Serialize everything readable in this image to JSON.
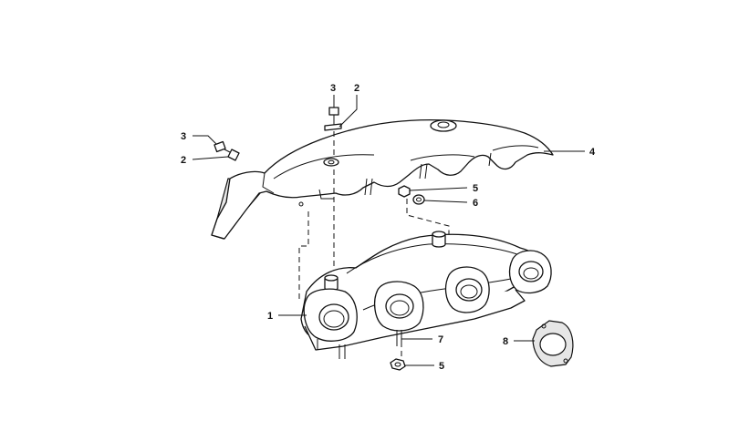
{
  "callouts": {
    "c3a": "3",
    "c2a": "2",
    "c3b": "3",
    "c2b": "2",
    "c4": "4",
    "c5a": "5",
    "c6": "6",
    "c1": "1",
    "c7": "7",
    "c5b": "5",
    "c8": "8"
  },
  "colors": {
    "line": "#111111",
    "background": "#ffffff",
    "shade": "#e6e6e6"
  }
}
